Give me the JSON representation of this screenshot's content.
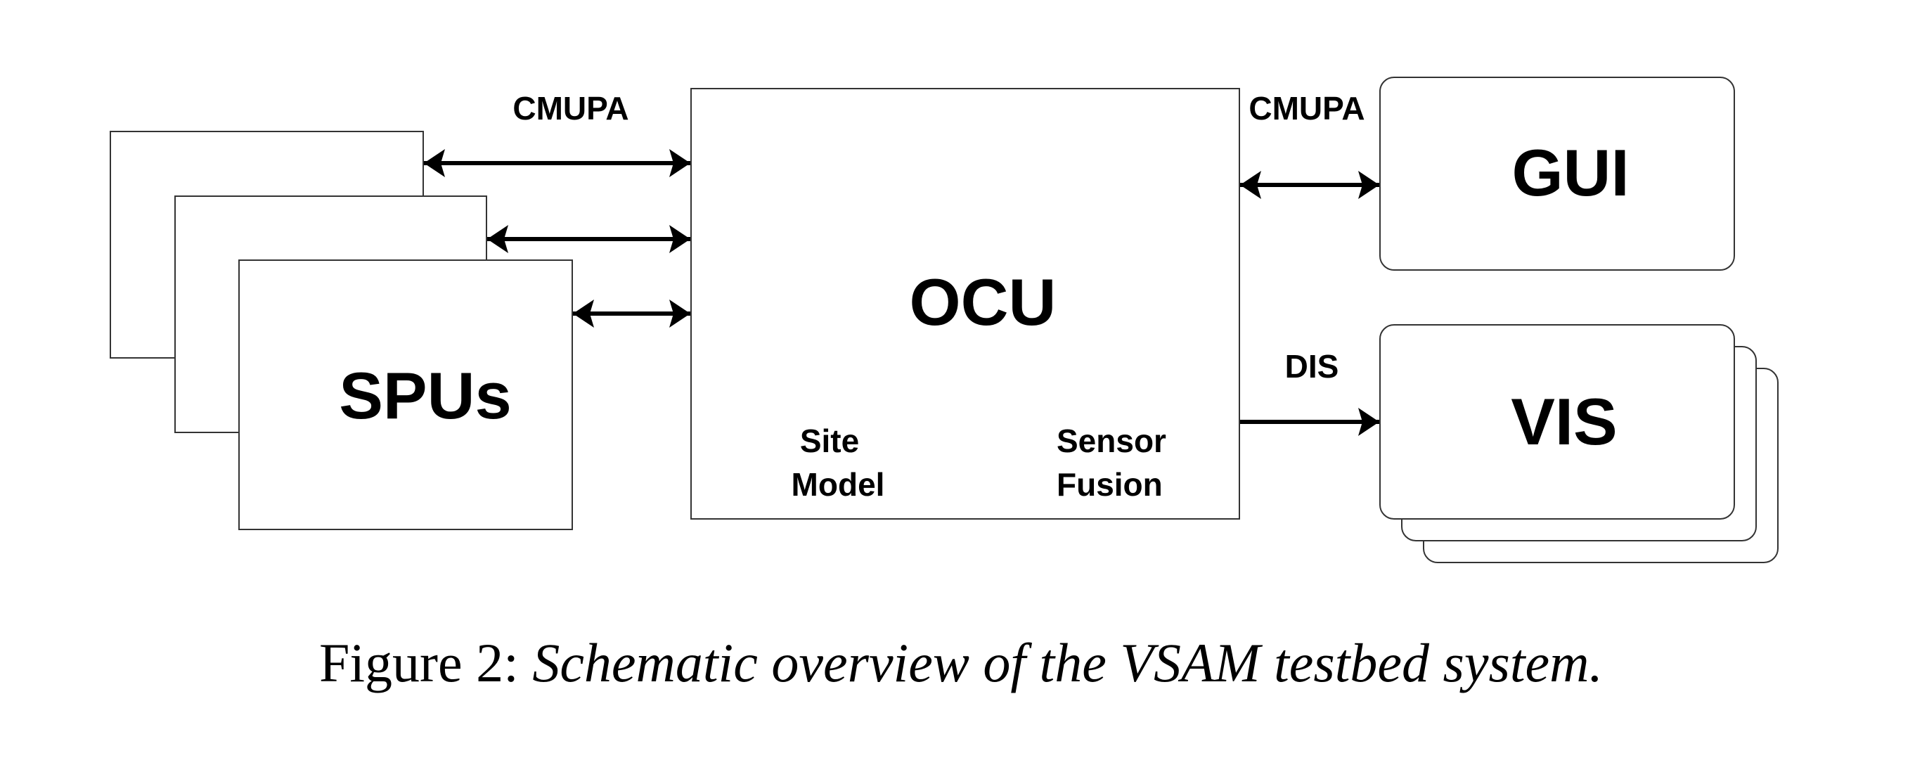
{
  "diagram": {
    "nodes": {
      "spus": {
        "label": "SPUs",
        "stack_count": 3
      },
      "ocu": {
        "label": "OCU",
        "sub_left": [
          "Site",
          "Model"
        ],
        "sub_right": [
          "Sensor",
          "Fusion"
        ]
      },
      "gui": {
        "label": "GUI"
      },
      "vis": {
        "label": "VIS",
        "stack_count": 3
      }
    },
    "edges": [
      {
        "from": "spus",
        "to": "ocu",
        "label": "CMUPA",
        "direction": "bidirectional",
        "count": 3
      },
      {
        "from": "ocu",
        "to": "gui",
        "label": "CMUPA",
        "direction": "bidirectional"
      },
      {
        "from": "ocu",
        "to": "vis",
        "label": "DIS",
        "direction": "forward"
      }
    ],
    "edge_labels": {
      "spu_ocu": "CMUPA",
      "ocu_gui": "CMUPA",
      "ocu_vis": "DIS"
    }
  },
  "caption": {
    "prefix": "Figure 2: ",
    "text": "Schematic overview of the VSAM testbed system."
  }
}
